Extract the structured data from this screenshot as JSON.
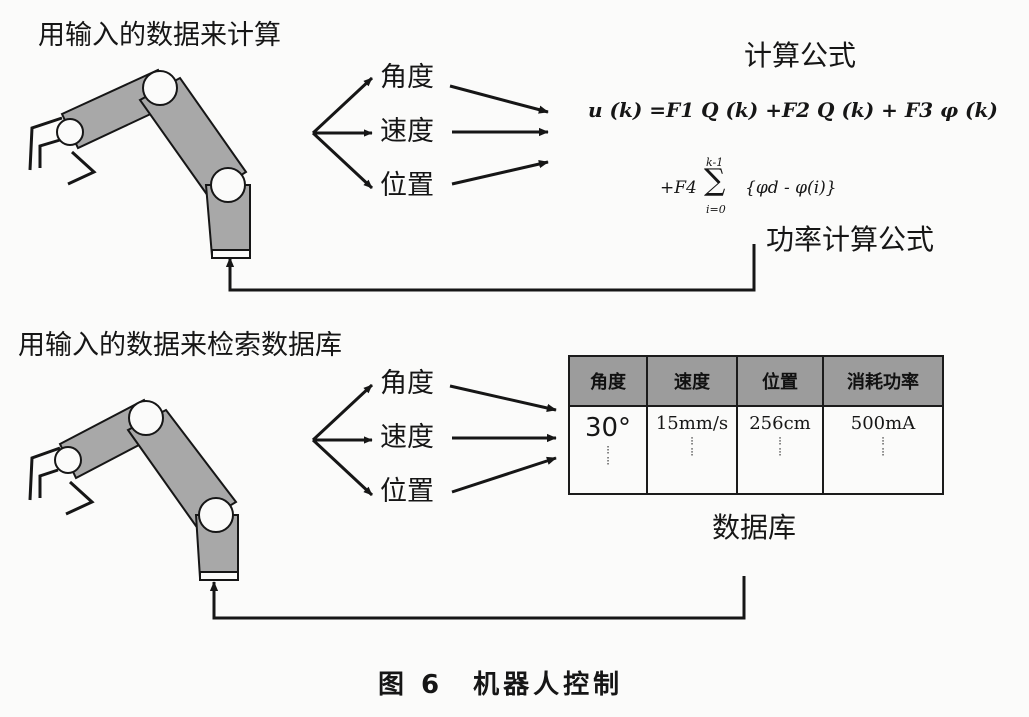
{
  "top": {
    "heading": "用输入的数据来计算",
    "params": [
      "角度",
      "速度",
      "位置"
    ],
    "formula_title": "计算公式",
    "formula": {
      "line1": "u (k) =F1 Q (k) +F2 Q (k) + F3 φ (k)",
      "line2_prefix": "+F4",
      "sum_upper": "k-1",
      "sum_lower": "i=0",
      "line2_body": "{φd - φ(i)}"
    },
    "power_label": "功率计算公式"
  },
  "bottom": {
    "heading": "用输入的数据来检索数据库",
    "params": [
      "角度",
      "速度",
      "位置"
    ],
    "database_label": "数据库",
    "table": {
      "headers": [
        "角度",
        "速度",
        "位置",
        "消耗功率"
      ],
      "row": [
        "30°",
        "15mm/s",
        "256cm",
        "500mA"
      ]
    }
  },
  "caption": "图 6　机器人控制",
  "colors": {
    "ink": "#161616",
    "arm_fill": "#a8a8a8",
    "table_header": "#9c9c9c"
  }
}
